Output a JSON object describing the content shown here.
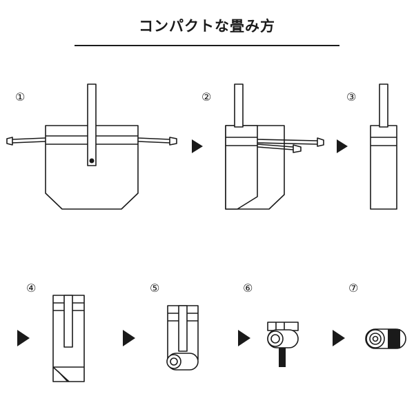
{
  "title": "コンパクトな畳み方",
  "steps": [
    {
      "label": "①"
    },
    {
      "label": "②"
    },
    {
      "label": "③"
    },
    {
      "label": "④"
    },
    {
      "label": "⑤"
    },
    {
      "label": "⑥"
    },
    {
      "label": "⑦"
    }
  ],
  "colors": {
    "ink": "#1a1a1a",
    "paper": "#ffffff"
  }
}
